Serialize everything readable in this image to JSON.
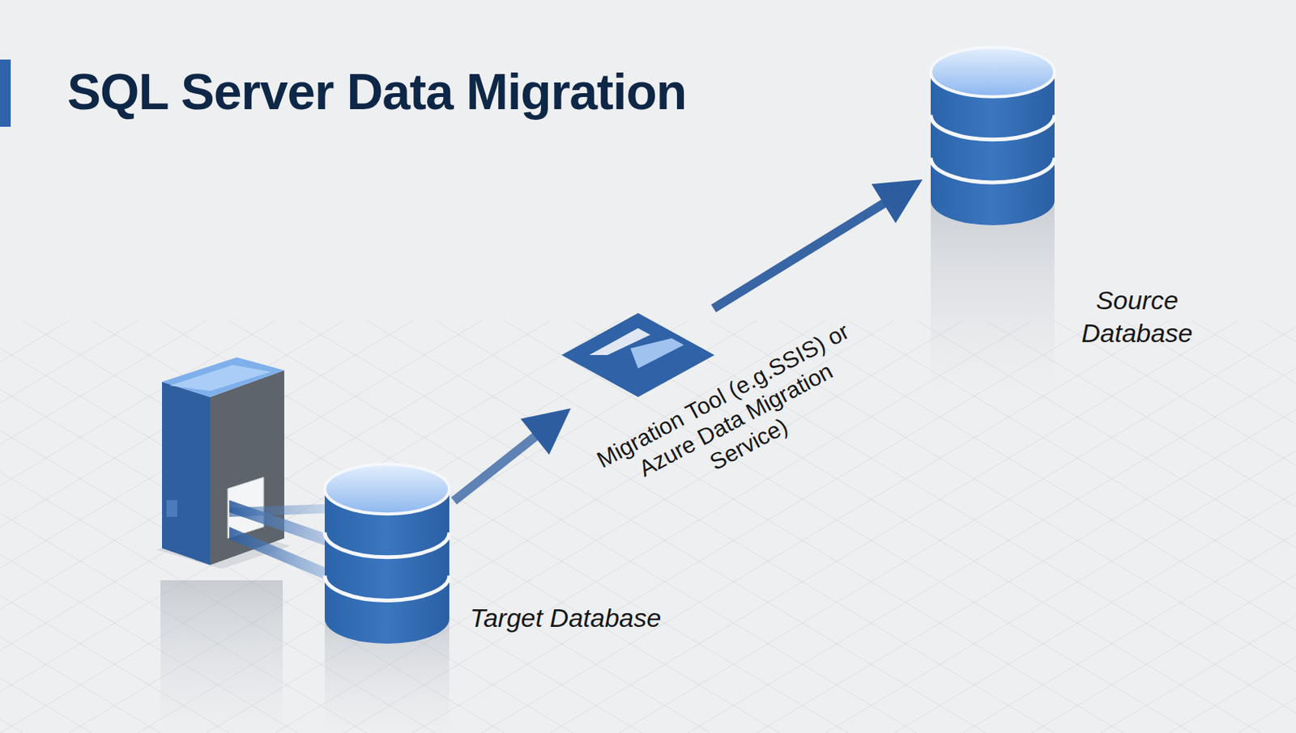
{
  "diagram": {
    "title": "SQL Server Data Migration",
    "nodes": [
      {
        "text": [
          "Source Database"
        ]
      },
      {
        "text": [
          "Migration Tool (e.g.SSIS) or Azure Data Migration Service)"
        ]
      },
      {
        "text": [
          "Target Database"
        ]
      }
    ],
    "edges": [
      {
        "from": 2,
        "to": 1,
        "arrow": "to"
      },
      {
        "from": 1,
        "to": 0,
        "arrow": "to"
      }
    ]
  }
}
